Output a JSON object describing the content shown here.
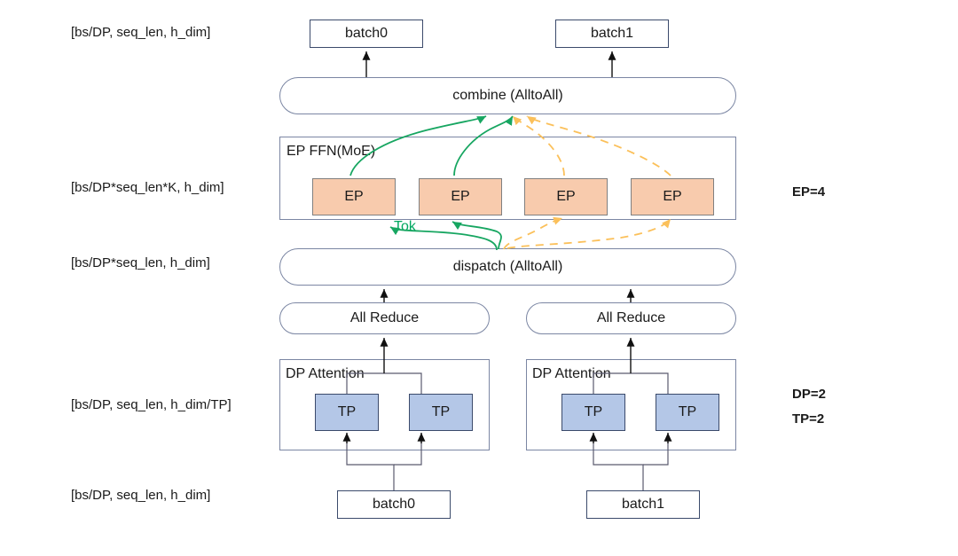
{
  "diagram": {
    "title": "MoE parallelism dataflow (DP / TP / EP)",
    "colors": {
      "ep_fill": "#f8cbad",
      "tp_fill": "#b4c7e7",
      "green_arrow": "#00a860",
      "orange_arrow": "#ffc66b",
      "box_stroke": "#3b4a6b",
      "rounded_stroke": "#7b86a3"
    }
  },
  "dim_labels": [
    {
      "id": "top-out",
      "text": "[bs/DP, seq_len, h_dim]"
    },
    {
      "id": "moe-expanded",
      "text": "[bs/DP*seq_len*K, h_dim]"
    },
    {
      "id": "dispatch-in",
      "text": "[bs/DP*seq_len, h_dim]"
    },
    {
      "id": "attention-shard",
      "text": "[bs/DP, seq_len, h_dim/TP]"
    },
    {
      "id": "bottom-in",
      "text": "[bs/DP, seq_len, h_dim]"
    }
  ],
  "config_labels": [
    {
      "id": "ep",
      "text": "EP=4"
    },
    {
      "id": "dp",
      "text": "DP=2"
    },
    {
      "id": "tp",
      "text": "TP=2"
    }
  ],
  "top_batches": [
    {
      "id": "top-batch0",
      "label": "batch0"
    },
    {
      "id": "top-batch1",
      "label": "batch1"
    }
  ],
  "bottom_batches": [
    {
      "id": "bottom-batch0",
      "label": "batch0"
    },
    {
      "id": "bottom-batch1",
      "label": "batch1"
    }
  ],
  "combine": {
    "label": "combine (AlltoAll)"
  },
  "dispatch": {
    "label": "dispatch  (AlltoAll)"
  },
  "moe": {
    "title": "EP FFN(MoE)",
    "experts": [
      {
        "label": "EP"
      },
      {
        "label": "EP"
      },
      {
        "label": "EP"
      },
      {
        "label": "EP"
      }
    ]
  },
  "all_reduce": [
    {
      "label": "All Reduce"
    },
    {
      "label": "All Reduce"
    }
  ],
  "attention_groups": [
    {
      "title": "DP Attention",
      "shards": [
        {
          "label": "TP"
        },
        {
          "label": "TP"
        }
      ]
    },
    {
      "title": "DP Attention",
      "shards": [
        {
          "label": "TP"
        },
        {
          "label": "TP"
        }
      ]
    }
  ],
  "token_route": {
    "label": "Tok"
  }
}
